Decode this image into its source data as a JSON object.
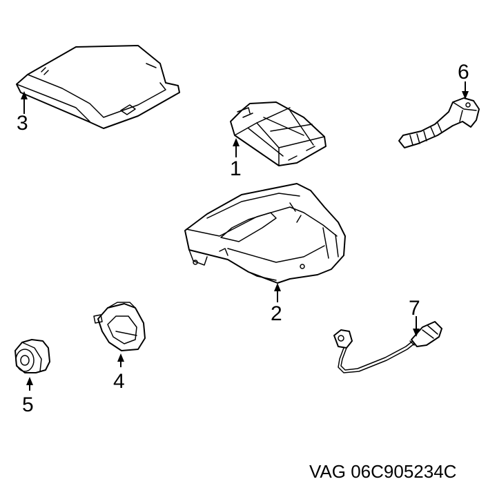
{
  "callouts": [
    {
      "id": "1",
      "label": "1"
    },
    {
      "id": "2",
      "label": "2"
    },
    {
      "id": "3",
      "label": "3"
    },
    {
      "id": "4",
      "label": "4"
    },
    {
      "id": "5",
      "label": "5"
    },
    {
      "id": "6",
      "label": "6"
    },
    {
      "id": "7",
      "label": "7"
    }
  ],
  "part_number": "VAG 06C905234C",
  "colors": {
    "line": "#000000",
    "background": "#ffffff"
  }
}
